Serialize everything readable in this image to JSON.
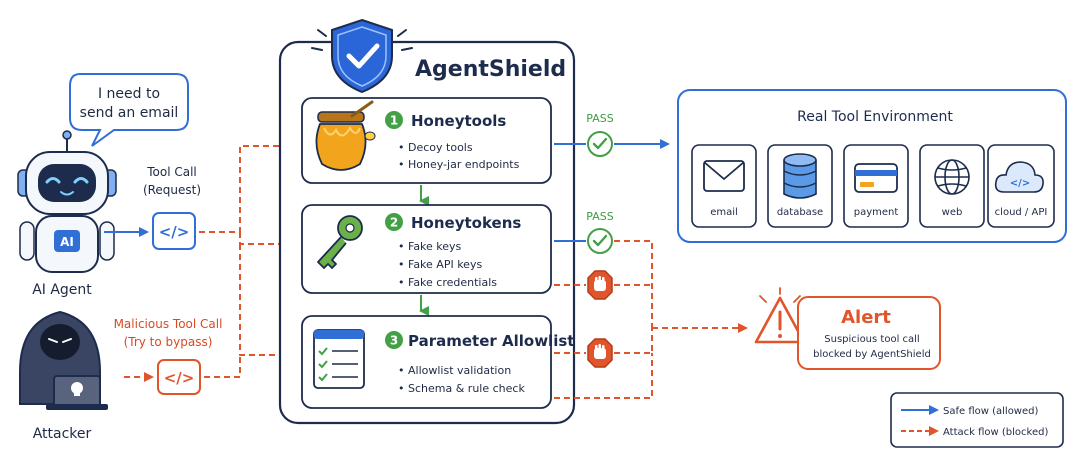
{
  "agent": {
    "speech": [
      "I need to",
      "send an email"
    ],
    "badge": "AI",
    "label": "AI Agent"
  },
  "tool_call": {
    "line1": "Tool Call",
    "line2": "(Request)",
    "code": "</>"
  },
  "attacker": {
    "label": "Attacker",
    "call_line1": "Malicious Tool Call",
    "call_line2": "(Try to bypass)",
    "code": "</>"
  },
  "shield": {
    "title": "AgentShield",
    "sections": [
      {
        "num": "1",
        "title": "Honeytools",
        "bullets": [
          "Decoy tools",
          "Honey-jar endpoints"
        ]
      },
      {
        "num": "2",
        "title": "Honeytokens",
        "bullets": [
          "Fake keys",
          "Fake API keys",
          "Fake credentials"
        ]
      },
      {
        "num": "3",
        "title": "Parameter Allowlist",
        "bullets": [
          "Allowlist validation",
          "Schema & rule check"
        ]
      }
    ]
  },
  "pass": [
    "PASS",
    "PASS"
  ],
  "environment": {
    "title": "Real Tool Environment",
    "tools": [
      {
        "label": "email",
        "icon": "envelope-icon"
      },
      {
        "label": "database",
        "icon": "database-icon"
      },
      {
        "label": "payment",
        "icon": "credit-card-icon"
      },
      {
        "label": "web",
        "icon": "globe-icon"
      },
      {
        "label": "cloud / API",
        "icon": "cloud-code-icon"
      }
    ]
  },
  "alert": {
    "title": "Alert",
    "line1": "Suspicious tool call",
    "line2": "blocked by AgentShield"
  },
  "legend": {
    "safe": "Safe flow (allowed)",
    "attack": "Attack flow (blocked)"
  },
  "colors": {
    "blue": "#2f6fd6",
    "red": "#e0552b",
    "green": "#43a047",
    "navy": "#1d2c4c",
    "shield_fill": "#2b66d9",
    "honey": "#f2a51c"
  }
}
